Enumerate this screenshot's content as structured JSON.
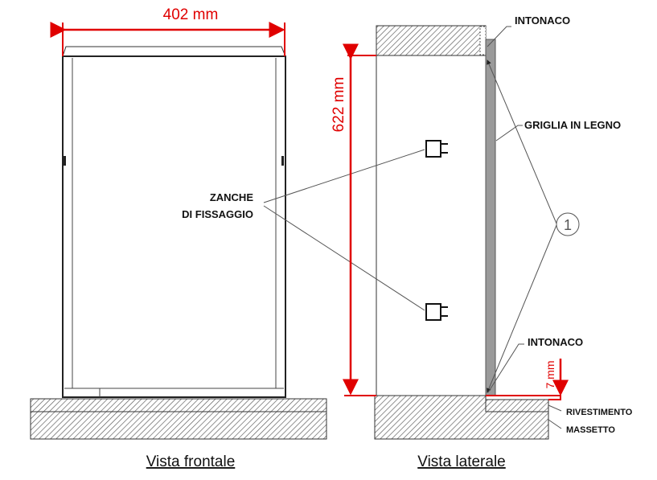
{
  "front_view": {
    "caption": "Vista frontale",
    "width_dimension": "402 mm"
  },
  "side_view": {
    "caption": "Vista laterale",
    "height_dimension": "622 mm",
    "offset_dimension": "7 mm",
    "labels": {
      "intonaco_top": "INTONACO",
      "griglia": "GRIGLIA IN LEGNO",
      "intonaco_bottom": "INTONACO",
      "rivestimento": "RIVESTIMENTO",
      "massetto": "MASSETTO",
      "marker": "1"
    }
  },
  "anchors_label": {
    "line1": "ZANCHE",
    "line2": "DI FISSAGGIO"
  },
  "colors": {
    "dimension": "#e00000",
    "grille": "#9a9a9a"
  }
}
